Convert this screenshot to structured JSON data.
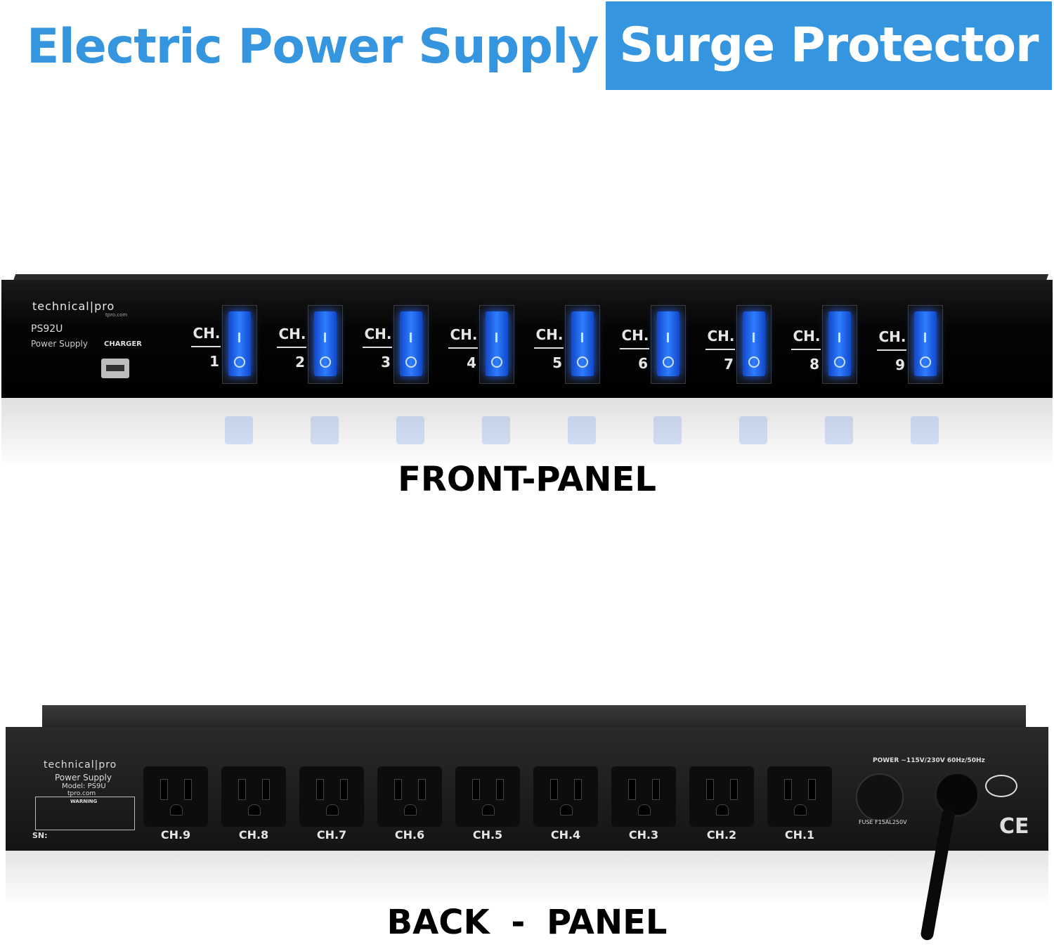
{
  "header": {
    "left_title": "Electric Power Supply",
    "right_title": "Surge Protector"
  },
  "front_panel": {
    "brand": "technical|pro",
    "brand_sub": "tpro.com",
    "model": "PS92U",
    "product_type": "Power Supply",
    "charger_label": "CHARGER",
    "channel_prefix": "CH.",
    "channels": [
      "1",
      "2",
      "3",
      "4",
      "5",
      "6",
      "7",
      "8",
      "9"
    ],
    "switch_on_symbol": "I",
    "switch_off_symbol": "O",
    "switch_color": "#2f7dff",
    "caption": "FRONT-PANEL"
  },
  "back_panel": {
    "brand": "technical|pro",
    "product_type": "Power Supply",
    "model": "Model: PS9U",
    "url": "tpro.com",
    "warning": "WARNING",
    "sn": "SN:",
    "outlets": [
      "CH.9",
      "CH.8",
      "CH.7",
      "CH.6",
      "CH.5",
      "CH.4",
      "CH.3",
      "CH.2",
      "CH.1"
    ],
    "power_rating": "POWER ~115V/230V 60Hz/50Hz",
    "fuse": "FUSE F15AL250V",
    "ce_mark": "CE",
    "caption": "BACK - PANEL"
  },
  "colors": {
    "accent": "#3596df"
  }
}
